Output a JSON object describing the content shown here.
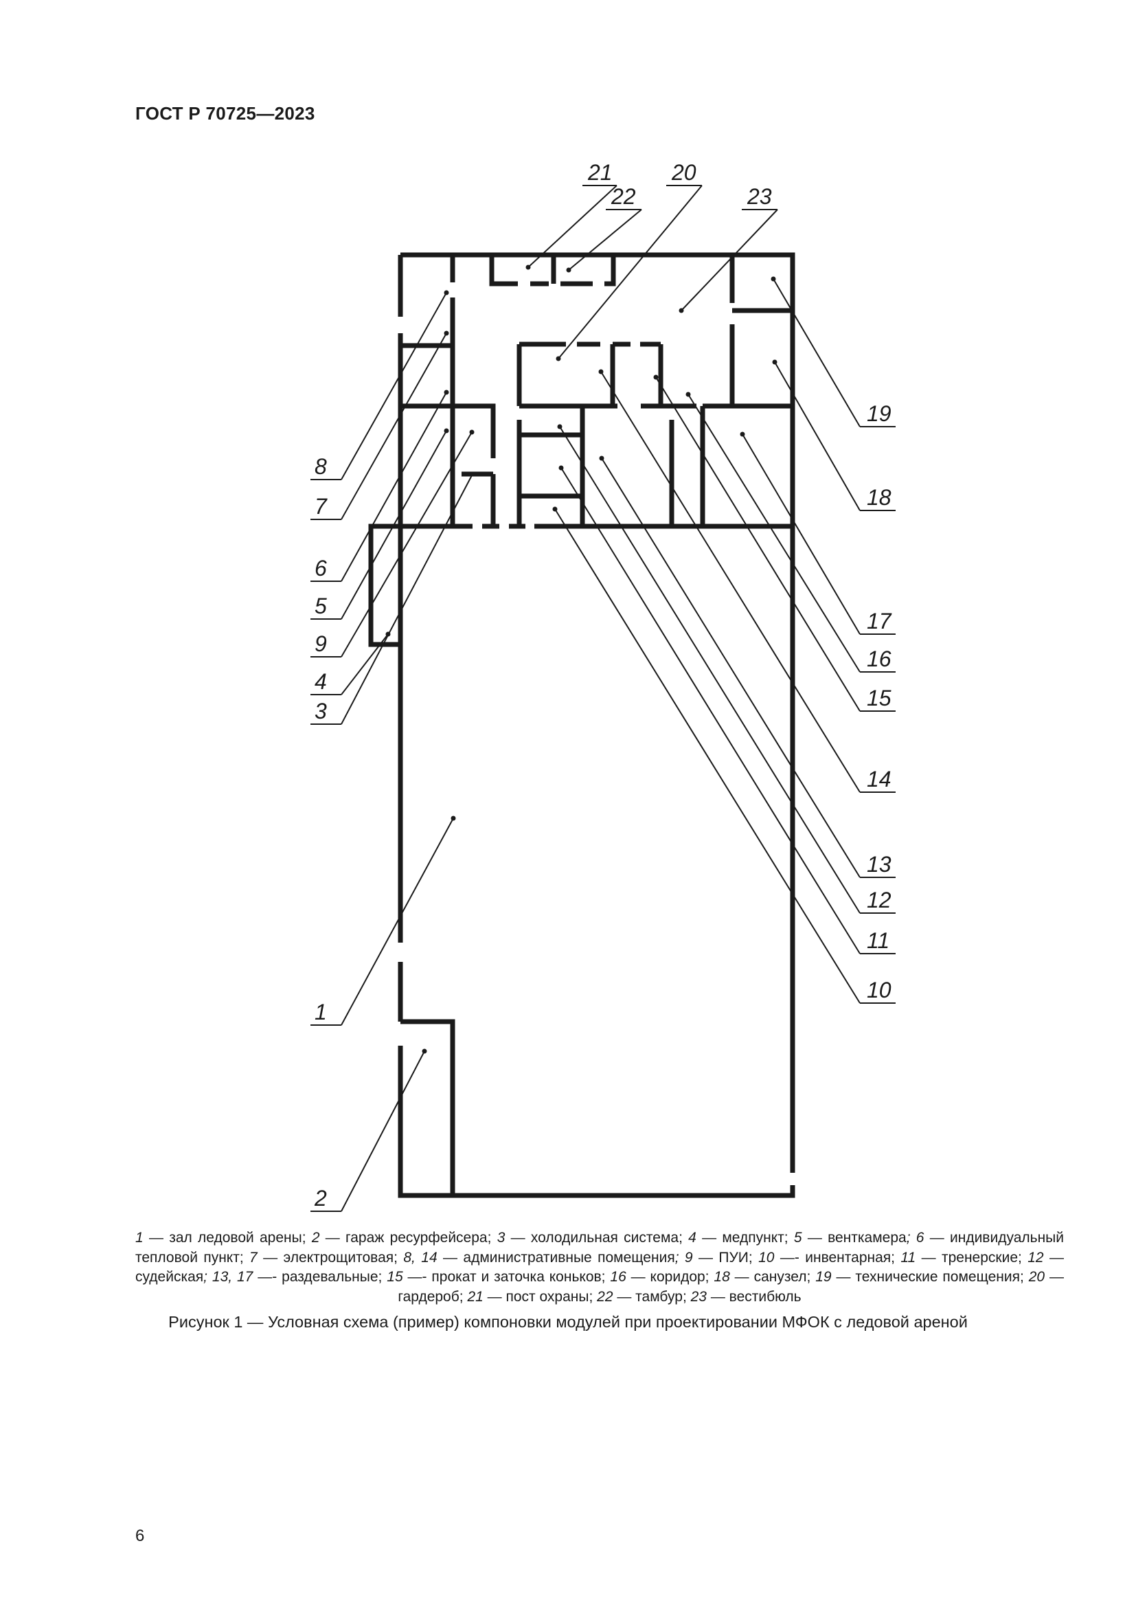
{
  "header": {
    "standard_code": "ГОСТ Р 70725—2023"
  },
  "plan": {
    "labels": [
      "21",
      "20",
      "22",
      "23",
      "19",
      "18",
      "17",
      "16",
      "15",
      "14",
      "13",
      "12",
      "11",
      "10",
      "8",
      "7",
      "6",
      "5",
      "9",
      "4",
      "3",
      "1",
      "2"
    ]
  },
  "legend": {
    "items": [
      {
        "n": "1",
        "sep": " — ",
        "text": "зал ледовой арены; "
      },
      {
        "n": "2",
        "sep": " — ",
        "text": "гараж ресурфейсера; "
      },
      {
        "n": "3",
        "sep": " — ",
        "text": "холодильная система; "
      },
      {
        "n": "4",
        "sep": " — ",
        "text": "медпункт; "
      },
      {
        "n": "5",
        "sep": " — ",
        "text": "венткамера"
      },
      {
        "n": "; 6",
        "sep": " — ",
        "text": "индивидуальный тепловой пункт; "
      },
      {
        "n": "7",
        "sep": " — ",
        "text": "электрощитовая; "
      },
      {
        "n": "8, 14",
        "sep": " — ",
        "text": "административные помещения"
      },
      {
        "n": "; 9",
        "sep": " — ",
        "text": "ПУИ; "
      },
      {
        "n": "10",
        "sep": " —- ",
        "text": "инвентарная; "
      },
      {
        "n": "11",
        "sep": " — ",
        "text": "тренерские; "
      },
      {
        "n": "12",
        "sep": " — ",
        "text": "судейская"
      },
      {
        "n": "; 13, 17",
        "sep": " —- ",
        "text": "раздевальные; "
      },
      {
        "n": "15",
        "sep": " —- ",
        "text": "прокат и заточка коньков; "
      },
      {
        "n": "16",
        "sep": " — ",
        "text": "коридор; "
      },
      {
        "n": "18",
        "sep": " — ",
        "text": "санузел; "
      },
      {
        "n": "19",
        "sep": " — ",
        "text": "технические помещения; "
      },
      {
        "n": "20",
        "sep": " — ",
        "text": "гардероб; "
      },
      {
        "n": "21",
        "sep": " — ",
        "text": "пост охраны; "
      },
      {
        "n": "22",
        "sep": " — ",
        "text": "тамбур; "
      },
      {
        "n": "23",
        "sep": " — ",
        "text": "вестибюль"
      }
    ]
  },
  "caption": "Рисунок 1 — Условная схема (пример) компоновки модулей при проектировании МФОК с ледовой ареной",
  "page_number": "6"
}
